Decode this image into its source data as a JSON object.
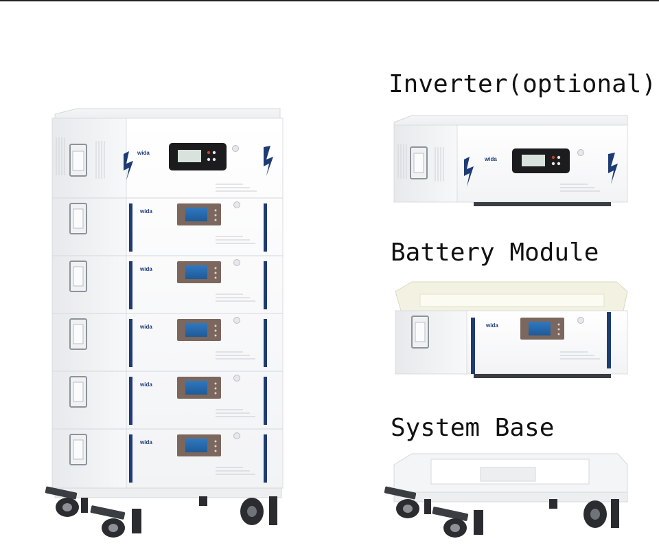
{
  "labels": {
    "inverter": "Inverter(optional)",
    "battery": "Battery Module",
    "base": "System Base"
  },
  "brand_logo": "wida",
  "colors": {
    "accent": "#1f3b73",
    "panel_bg": "#ffffff",
    "screen": "#2e6aa6",
    "display_frame": "#6b5a52"
  }
}
